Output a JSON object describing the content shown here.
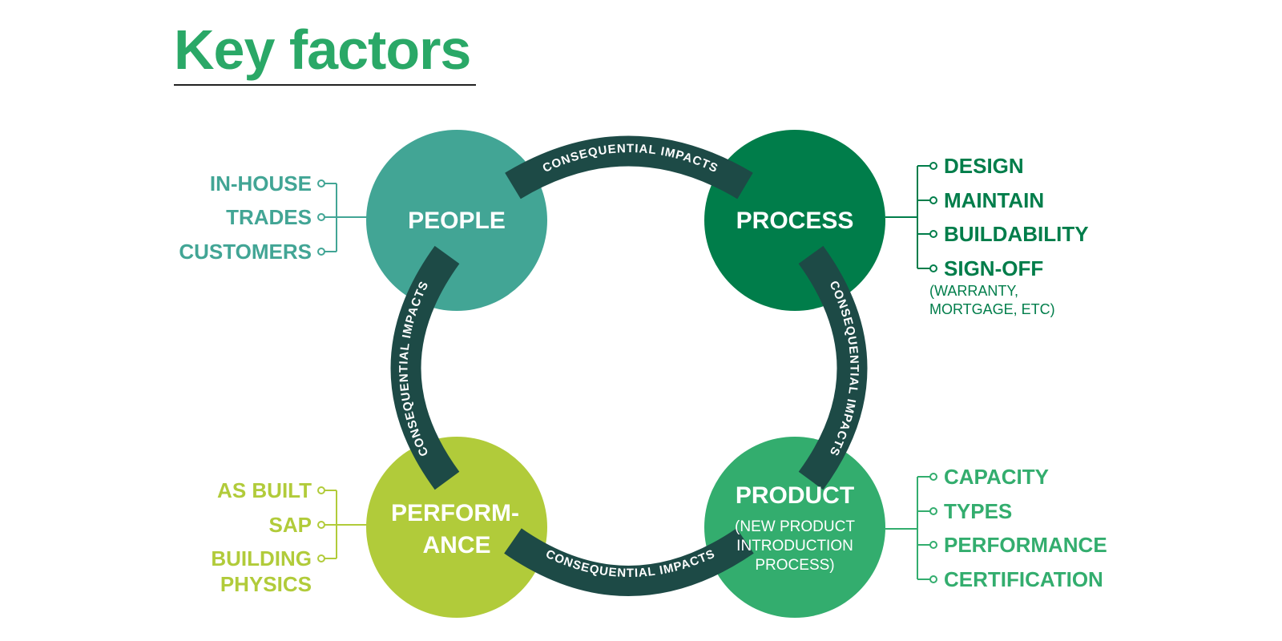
{
  "title": "Key factors",
  "colors": {
    "people": "#42a595",
    "process": "#007d4a",
    "product": "#33ad6e",
    "performance": "#b1cb3a",
    "arc": "#1d4a46",
    "title": "#2aa867"
  },
  "nodes": {
    "people": {
      "label": "PEOPLE",
      "factors": [
        "IN-HOUSE",
        "TRADES",
        "CUSTOMERS"
      ]
    },
    "process": {
      "label": "PROCESS",
      "factors": [
        "DESIGN",
        "MAINTAIN",
        "BUILDABILITY",
        "SIGN-OFF"
      ],
      "note_line1": "(WARRANTY,",
      "note_line2": "MORTGAGE, ETC)"
    },
    "performance": {
      "label_line1": "PERFORM-",
      "label_line2": "ANCE",
      "factors": [
        "AS BUILT",
        "SAP",
        "BUILDING"
      ],
      "factor_cont": "PHYSICS"
    },
    "product": {
      "label": "PRODUCT",
      "sub_line1": "(NEW PRODUCT",
      "sub_line2": "INTRODUCTION",
      "sub_line3": "PROCESS)",
      "factors": [
        "CAPACITY",
        "TYPES",
        "PERFORMANCE",
        "CERTIFICATION"
      ]
    }
  },
  "connector_label": "CONSEQUENTIAL IMPACTS"
}
